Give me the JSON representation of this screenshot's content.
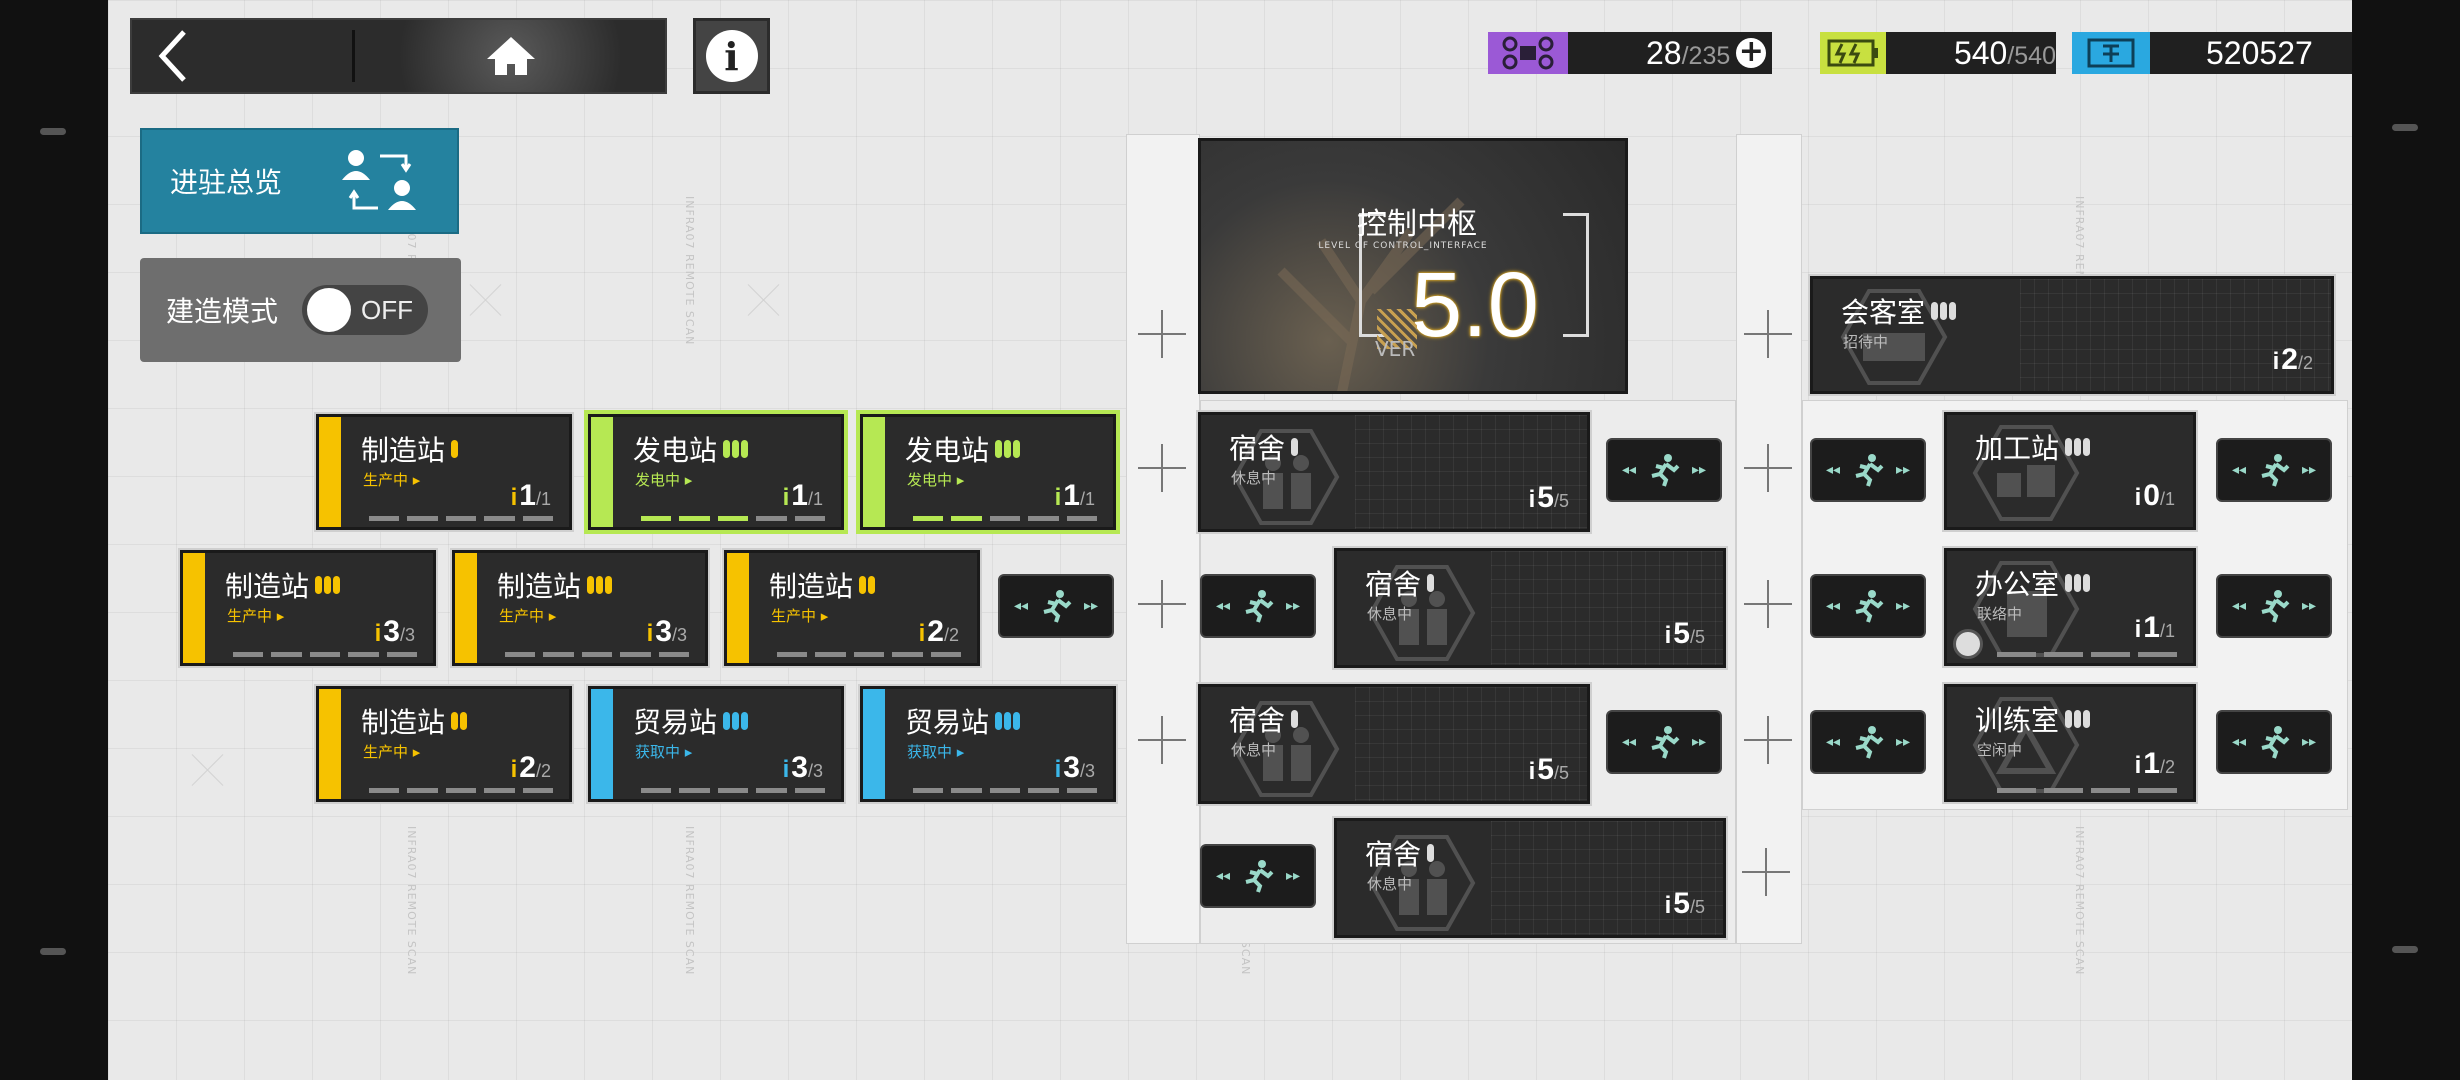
{
  "header": {
    "back_icon": "chevron-left-icon",
    "home_icon": "home-icon",
    "info_label": "i"
  },
  "resources": {
    "drones": {
      "icon": "drone-icon",
      "value": "28",
      "max": "/235",
      "color": "#9b59d6"
    },
    "sanity": {
      "icon": "battery-icon",
      "value": "540",
      "max": "/540",
      "color": "#c8e040"
    },
    "lmd": {
      "icon": "lmd-icon",
      "value": "520527",
      "color": "#2aa8e0"
    }
  },
  "left_panel": {
    "overview_label": "进驻总览",
    "build_mode_label": "建造模式",
    "build_mode_state": "OFF"
  },
  "control_center": {
    "title": "控制中枢",
    "subtitle": "LEVEL OF CONTROL_INTERFACE",
    "version": "5.0",
    "version_prefix": "VER"
  },
  "rooms": [
    {
      "name": "制造站",
      "status": "生产中 ▸",
      "count": "1",
      "max": "/1",
      "accent": "#f6c200",
      "pips": 1
    },
    {
      "name": "发电站",
      "status": "发电中 ▸",
      "count": "1",
      "max": "/1",
      "accent": "#b6e853",
      "pips": 3
    },
    {
      "name": "发电站",
      "status": "发电中 ▸",
      "count": "1",
      "max": "/1",
      "accent": "#b6e853",
      "pips": 3
    },
    {
      "name": "制造站",
      "status": "生产中 ▸",
      "count": "3",
      "max": "/3",
      "accent": "#f6c200",
      "pips": 3
    },
    {
      "name": "制造站",
      "status": "生产中 ▸",
      "count": "3",
      "max": "/3",
      "accent": "#f6c200",
      "pips": 3
    },
    {
      "name": "制造站",
      "status": "生产中 ▸",
      "count": "2",
      "max": "/2",
      "accent": "#f6c200",
      "pips": 2
    },
    {
      "name": "制造站",
      "status": "生产中 ▸",
      "count": "2",
      "max": "/2",
      "accent": "#f6c200",
      "pips": 2
    },
    {
      "name": "贸易站",
      "status": "获取中 ▸",
      "count": "3",
      "max": "/3",
      "accent": "#3bb7ea",
      "pips": 3
    },
    {
      "name": "贸易站",
      "status": "获取中 ▸",
      "count": "3",
      "max": "/3",
      "accent": "#3bb7ea",
      "pips": 3
    }
  ],
  "dorms": [
    {
      "name": "宿舍",
      "status": "休息中",
      "count": "5",
      "max": "/5"
    },
    {
      "name": "宿舍",
      "status": "休息中",
      "count": "5",
      "max": "/5"
    },
    {
      "name": "宿舍",
      "status": "休息中",
      "count": "5",
      "max": "/5"
    },
    {
      "name": "宿舍",
      "status": "休息中",
      "count": "5",
      "max": "/5"
    }
  ],
  "right_rooms": [
    {
      "name": "会客室",
      "status": "招待中",
      "count": "2",
      "max": "/2"
    },
    {
      "name": "加工站",
      "status": "",
      "count": "0",
      "max": "/1"
    },
    {
      "name": "办公室",
      "status": "联络中",
      "count": "1",
      "max": "/1"
    },
    {
      "name": "训练室",
      "status": "空闲中",
      "count": "1",
      "max": "/2"
    }
  ],
  "watermark": "INFRA07 REMOTE SCAN"
}
